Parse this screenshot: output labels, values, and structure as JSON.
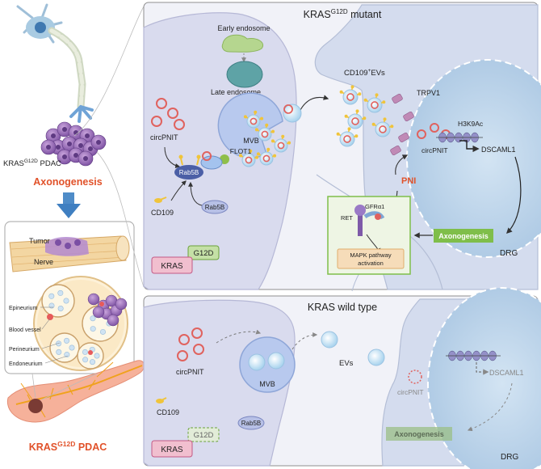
{
  "left": {
    "tumor_label_main": "KRAS",
    "tumor_label_sup": "G12D",
    "tumor_label_tail": " PDAC",
    "axonogenesis": "Axonogenesis",
    "tumor": "Tumor",
    "nerve": "Nerve",
    "epineurium": "Epineurium",
    "blood_vessel": "Blood vessel",
    "perineurium": "Perineurium",
    "endoneurium": "Endoneurium",
    "bottom_main": "KRAS",
    "bottom_sup": "G12D",
    "bottom_tail": " PDAC"
  },
  "top_panel": {
    "title_main": "KRAS",
    "title_sup": "G12D",
    "title_tail": " mutant",
    "early_endosome": "Early endosome",
    "late_endosome": "Late endosome",
    "circpnit": "circPNIT",
    "mvb": "MVB",
    "flot1": "FLOT1",
    "rab5b": "Rab5B",
    "rab5b_free": "Rab5B",
    "cd109": "CD109",
    "evs_main": "CD109",
    "evs_sup": "+",
    "evs_tail": "EVs",
    "trpv1": "TRPV1",
    "h3k9ac": "H3K9Ac",
    "circpnit_nucleus": "circPNIT",
    "dscaml1": "DSCAML1",
    "pni": "PNI",
    "gfra1": "GFRα1",
    "ret": "RET",
    "mapk_line1": "MAPK pathway",
    "mapk_line2": "activation",
    "axonogenesis": "Axonogenesis",
    "drg": "DRG",
    "kras": "KRAS",
    "g12d": "G12D"
  },
  "bottom_panel": {
    "title": "KRAS wild type",
    "circpnit": "circPNIT",
    "mvb": "MVB",
    "evs": "EVs",
    "cd109": "CD109",
    "rab5b": "Rab5B",
    "circpnit_faded": "circPNIT",
    "dscaml1": "DSCAML1",
    "axonogenesis": "Axonogenesis",
    "drg": "DRG",
    "kras": "KRAS",
    "g12d": "G12D"
  },
  "colors": {
    "panel_bg": "#f1f2f8",
    "cell": "#d9dbee",
    "nucleus": "#bcd4ea",
    "red_label": "#e1522a",
    "green": "#7fbe4a",
    "kras_pink": "#f1bfcf",
    "blue_arrow": "#3f7fc1"
  }
}
